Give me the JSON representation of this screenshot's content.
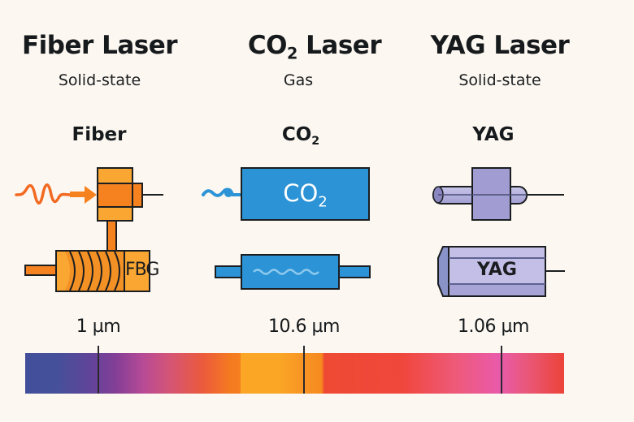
{
  "columns": [
    {
      "id": "fiber",
      "title": "Fiber Laser",
      "medium": "Solid-state",
      "component_label": "Fiber",
      "grating_label": "FBG",
      "wavelength_label": "1 µm"
    },
    {
      "id": "co2",
      "title_main": "CO",
      "title_sub": "2",
      "title_rest": " Laser",
      "medium": "Gas",
      "component_label_main": "CO",
      "component_label_sub": "2",
      "tube_label_main": "CO",
      "tube_label_sub": "2",
      "wavelength_label": "10.6 µm"
    },
    {
      "id": "yag",
      "title": "YAG Laser",
      "medium": "Solid-state",
      "component_label": "YAG",
      "crystal_label": "YAG",
      "wavelength_label": "1.06 µm"
    }
  ],
  "spectrum": {
    "markers": [
      "1 µm",
      "10.6 µm",
      "1.06 µm"
    ]
  },
  "colors": {
    "background": "#fcf7f1",
    "fiber_orange": "#f5821f",
    "fiber_light": "#faa633",
    "co2_blue": "#2b93d6",
    "yag_lavender": "#b4b0dc",
    "yag_dark": "#8a87c0",
    "outline": "#1b1e20"
  }
}
